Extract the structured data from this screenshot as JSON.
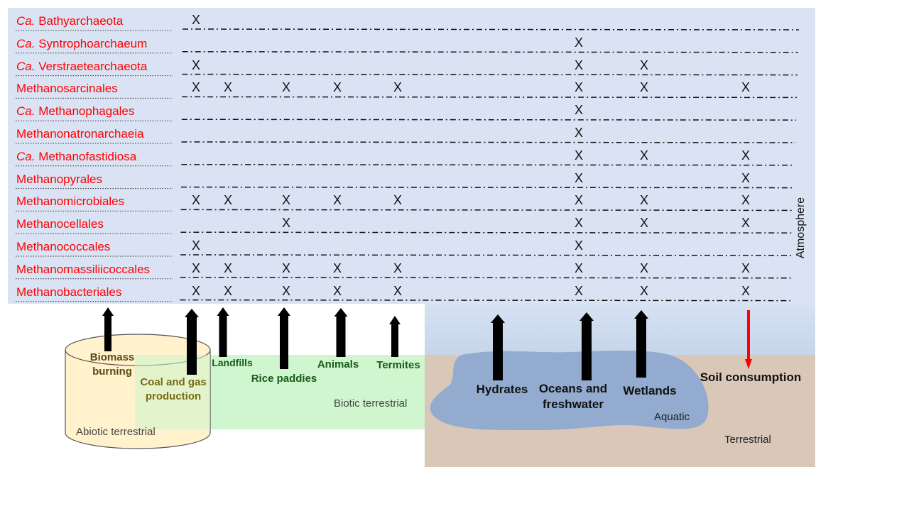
{
  "rows": [
    {
      "prefix": "Ca.",
      "name": "Bathyarchaeota",
      "marks": [
        0
      ]
    },
    {
      "prefix": "Ca.",
      "name": "Syntrophoarchaeum",
      "marks": [
        6
      ]
    },
    {
      "prefix": "Ca.",
      "name": "Verstraetearchaeota",
      "marks": [
        0,
        6,
        7
      ]
    },
    {
      "prefix": "",
      "name": "Methanosarcinales",
      "marks": [
        0,
        1,
        2,
        3,
        4,
        6,
        7,
        8
      ]
    },
    {
      "prefix": "Ca.",
      "name": "Methanophagales",
      "marks": [
        6
      ]
    },
    {
      "prefix": "",
      "name": "Methanonatronarchaeia",
      "marks": [
        6
      ]
    },
    {
      "prefix": "Ca.",
      "name": "Methanofastidiosa",
      "marks": [
        6,
        7,
        8
      ]
    },
    {
      "prefix": "",
      "name": "Methanopyrales",
      "marks": [
        6,
        8
      ]
    },
    {
      "prefix": "",
      "name": "Methanomicrobiales",
      "marks": [
        0,
        1,
        2,
        3,
        4,
        6,
        7,
        8
      ]
    },
    {
      "prefix": "",
      "name": "Methanocellales",
      "marks": [
        2,
        6,
        7,
        8
      ]
    },
    {
      "prefix": "",
      "name": "Methanococcales",
      "marks": [
        0,
        6
      ]
    },
    {
      "prefix": "",
      "name": "Methanomassiliicoccales",
      "marks": [
        0,
        1,
        2,
        3,
        4,
        6,
        7,
        8
      ]
    },
    {
      "prefix": "",
      "name": "Methanobacteriales",
      "marks": [
        0,
        1,
        2,
        3,
        4,
        6,
        7,
        8
      ]
    }
  ],
  "mark_symbol": "X",
  "sources": [
    {
      "label": "Biomass\nburning",
      "direction": "up"
    },
    {
      "label": "Coal and gas\nproduction",
      "direction": "up"
    },
    {
      "label": "Landfills",
      "direction": "up"
    },
    {
      "label": "Rice paddies",
      "direction": "up"
    },
    {
      "label": "Animals",
      "direction": "up"
    },
    {
      "label": "Termites",
      "direction": "up"
    },
    {
      "label": "Hydrates",
      "direction": "up"
    },
    {
      "label": "Oceans and\nfreshwater",
      "direction": "up"
    },
    {
      "label": "Wetlands",
      "direction": "up"
    },
    {
      "label": "Soil consumption",
      "direction": "down"
    }
  ],
  "areas": {
    "atmosphere": "Atmosphere",
    "abiotic": "Abiotic terrestrial",
    "biotic": "Biotic terrestrial",
    "aquatic": "Aquatic",
    "terrestrial": "Terrestrial"
  },
  "colors": {
    "taxon": "#ff0000",
    "arrow_up": "#000000",
    "arrow_down": "#ff0000",
    "atmosphere_bg": "#dae3f3",
    "biotic_bg": "#ccf5cc",
    "abiotic_bg": "#fff2cc",
    "water": "#8eaad0",
    "soil": "#d9c8b8"
  }
}
